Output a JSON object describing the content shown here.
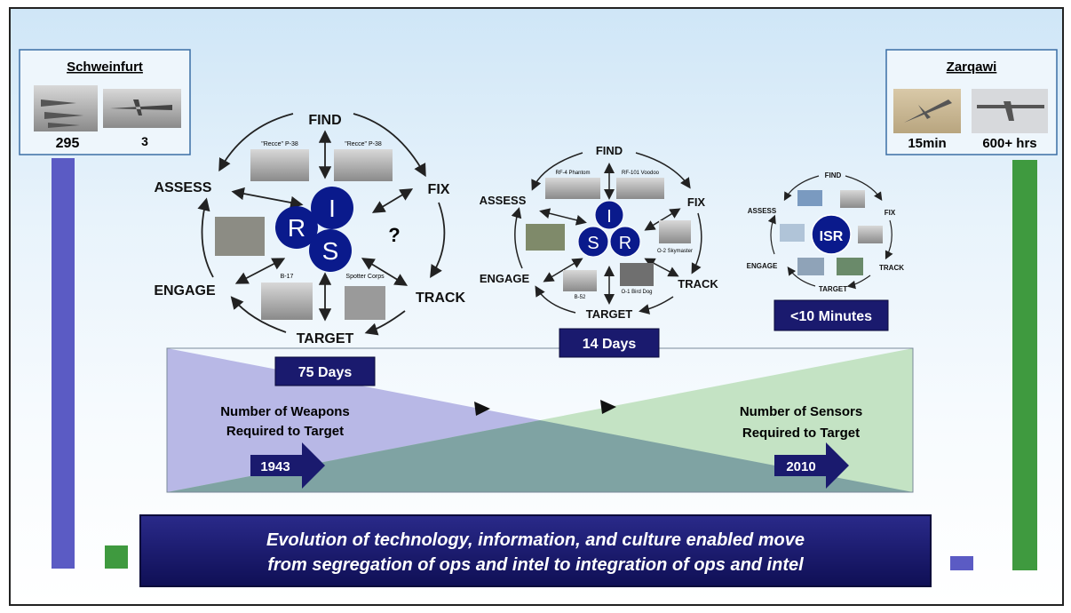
{
  "left_box": {
    "title": "Schweinfurt",
    "count_bombers": "295",
    "count_recon": "3"
  },
  "right_box": {
    "title": "Zarqawi",
    "time_strike": "15min",
    "time_isr": "600+ hrs"
  },
  "cycle_1943": {
    "find": "FIND",
    "fix": "FIX",
    "track": "TRACK",
    "target": "TARGET",
    "engage": "ENGAGE",
    "assess": "ASSESS",
    "letter_i": "I",
    "letter_r": "R",
    "letter_s": "S",
    "question": "?",
    "photo_recce_left": "\"Recce\" P-38",
    "photo_recce_right": "\"Recce\" P-38",
    "photo_b17": "B-17",
    "photo_spotter": "Spotter Corps",
    "duration": "75 Days"
  },
  "cycle_mid": {
    "find": "FIND",
    "fix": "FIX",
    "track": "TRACK",
    "target": "TARGET",
    "engage": "ENGAGE",
    "assess": "ASSESS",
    "letter_i": "I",
    "letter_s": "S",
    "letter_r": "R",
    "photo_rf4": "RF-4 Phantom",
    "photo_rf101": "RF-101 Voodoo",
    "photo_o2": "O-2 Skymaster",
    "photo_b52": "B-52",
    "photo_o1": "O-1 Bird Dog",
    "duration": "14 Days"
  },
  "cycle_2010": {
    "find": "FIND",
    "fix": "FIX",
    "track": "TRACK",
    "target": "TARGET",
    "engage": "ENGAGE",
    "assess": "ASSESS",
    "center": "ISR",
    "duration": "<10 Minutes"
  },
  "wedges": {
    "weapons_label_line1": "Number of Weapons",
    "weapons_label_line2": "Required to Target",
    "sensors_label_line1": "Number of Sensors",
    "sensors_label_line2": "Required to Target",
    "year_start": "1943",
    "year_end": "2010"
  },
  "banner": {
    "line1": "Evolution of technology, information, and culture enabled move",
    "line2": "from segregation of ops and intel to integration of ops and intel"
  },
  "colors": {
    "weapons": "#6a5acd",
    "sensors": "#4a9a4a",
    "navy": "#1a1a6e",
    "circle": "#0a1a8c",
    "wedge_weapons": "#b8b8e6",
    "wedge_sensors": "#c4e3c4",
    "overlap": "#7fa3a3"
  }
}
